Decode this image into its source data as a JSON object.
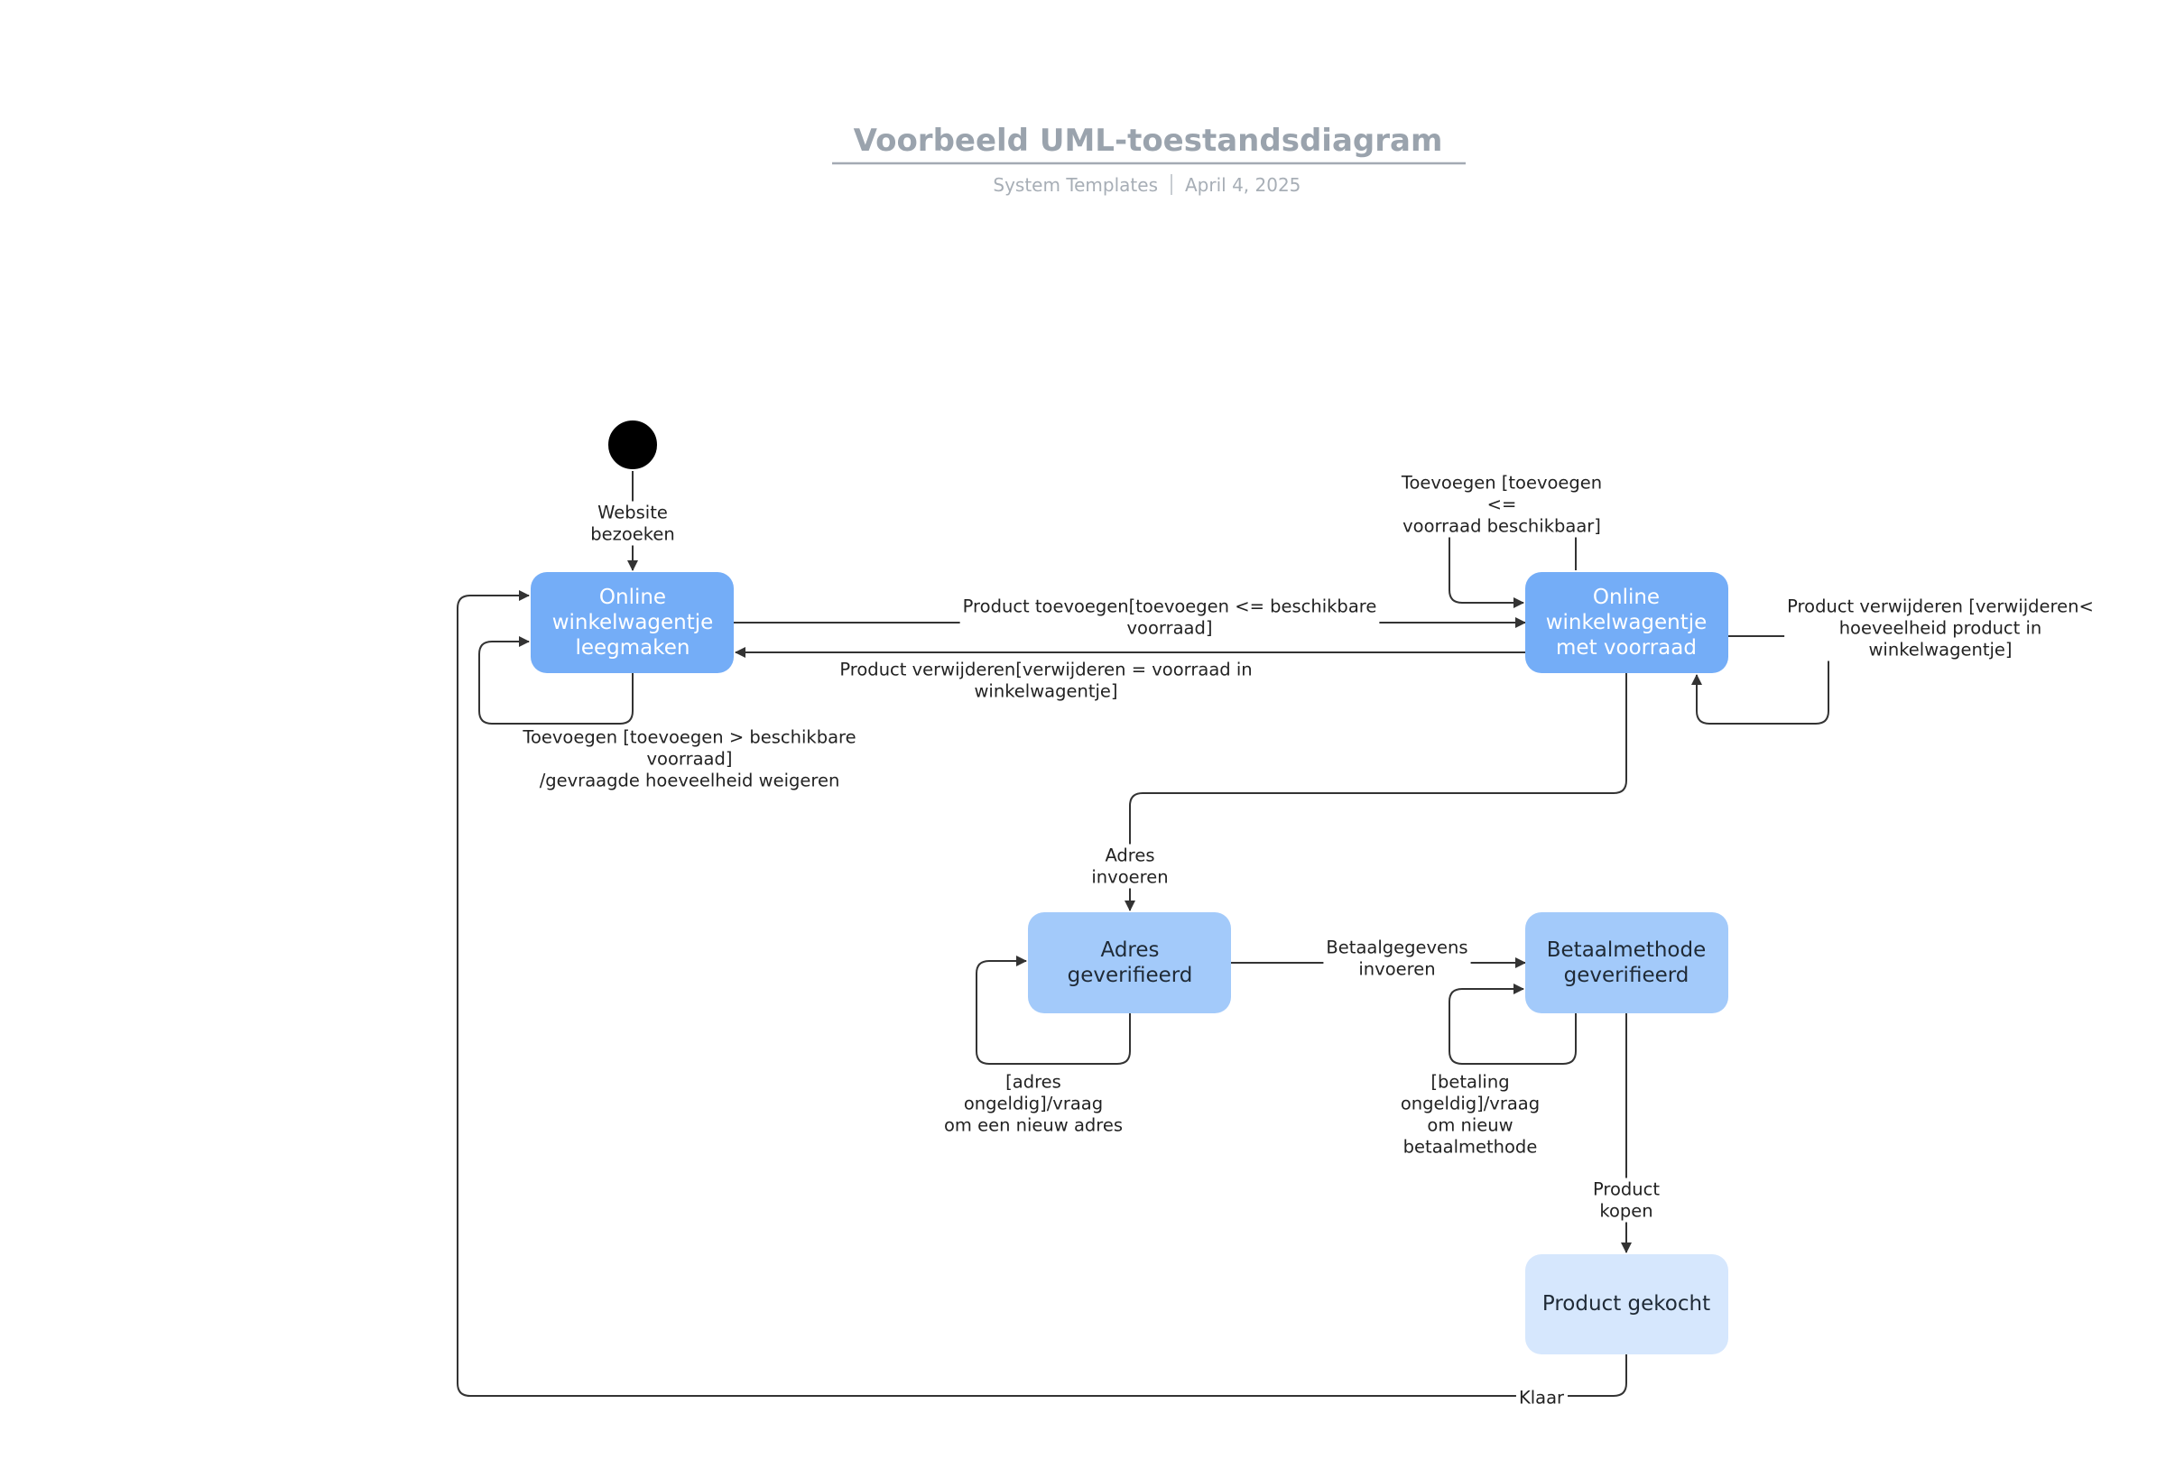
{
  "header": {
    "title": "Voorbeeld UML-toestandsdiagram",
    "author": "System Templates",
    "date": "April 4, 2025"
  },
  "colors": {
    "state_dark": "#74adf7",
    "state_medium": "#a3cafa",
    "state_light": "#d6e7fd",
    "text_light": "#ffffff",
    "text_dark": "#1f2a36",
    "edge": "#333333"
  },
  "states": {
    "empty_cart": {
      "lines": [
        "Online",
        "winkelwagentje",
        "leegmaken"
      ]
    },
    "cart_stock": {
      "lines": [
        "Online",
        "winkelwagentje",
        "met voorraad"
      ]
    },
    "address_verified": {
      "lines": [
        "Adres",
        "geverifieerd"
      ]
    },
    "payment_verified": {
      "lines": [
        "Betaalmethode",
        "geverifieerd"
      ]
    },
    "product_bought": {
      "lines": [
        "Product gekocht"
      ]
    }
  },
  "transitions": {
    "visit": {
      "lines": [
        "Website",
        "bezoeken"
      ]
    },
    "add_product": {
      "lines": [
        "Product toevoegen[toevoegen <= beschikbare",
        "voorraad]"
      ]
    },
    "remove_product_all": {
      "lines": [
        "Product verwijderen[verwijderen = voorraad in",
        "winkelwagentje]"
      ]
    },
    "add_reject": {
      "lines": [
        "Toevoegen [toevoegen > beschikbare",
        "voorraad]",
        "/gevraagde hoeveelheid weigeren"
      ]
    },
    "add_self": {
      "lines": [
        "Toevoegen [toevoegen",
        "<=",
        "voorraad beschikbaar]"
      ]
    },
    "remove_partial": {
      "lines": [
        "Product verwijderen [verwijderen<",
        "hoeveelheid product in",
        "winkelwagentje]"
      ]
    },
    "enter_address": {
      "lines": [
        "Adres",
        "invoeren"
      ]
    },
    "enter_payment": {
      "lines": [
        "Betaalgegevens",
        "invoeren"
      ]
    },
    "invalid_address": {
      "lines": [
        "[adres",
        "ongeldig]/vraag",
        "om een nieuw adres"
      ]
    },
    "invalid_payment": {
      "lines": [
        "[betaling",
        "ongeldig]/vraag",
        "om nieuw",
        "betaalmethode"
      ]
    },
    "buy": {
      "lines": [
        "Product",
        "kopen"
      ]
    },
    "done": {
      "lines": [
        "Klaar"
      ]
    }
  }
}
